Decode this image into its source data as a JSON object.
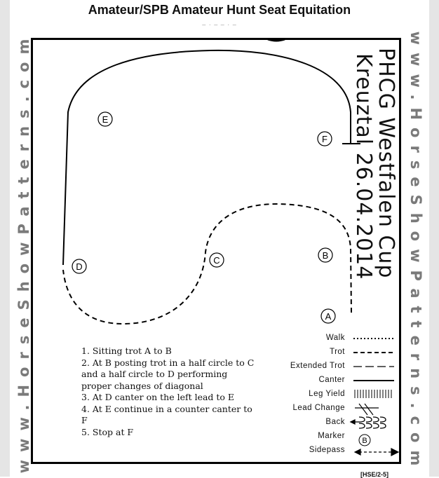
{
  "header": {
    "title": "Amateur/SPB Amateur Hunt Seat Equitation",
    "subtitle": "– · – – · –"
  },
  "watermark": {
    "side_text": "www.HorseShowPatterns.com"
  },
  "handwriting": {
    "line1": "PHCG Westfalen Cup",
    "line2": "Kreuztal 26.04.2014"
  },
  "markers": [
    "A",
    "B",
    "C",
    "D",
    "E",
    "F"
  ],
  "instructions": [
    "1. Sitting trot A to B",
    "2. At B posting trot in a half circle  to C and a half  circle to D performing proper changes of  diagonal",
    "3. At D canter on the left lead to E",
    "4. At E continue in a counter canter to F",
    "5. Stop at F"
  ],
  "legend": {
    "walk": "Walk",
    "trot": "Trot",
    "extended_trot": "Extended Trot",
    "canter": "Canter",
    "leg_yield": "Leg Yield",
    "lead_change": "Lead Change",
    "back": "Back",
    "marker": "Marker",
    "marker_example": "B",
    "sidepass": "Sidepass"
  },
  "footer": {
    "code": "[HSE/2-5]"
  }
}
